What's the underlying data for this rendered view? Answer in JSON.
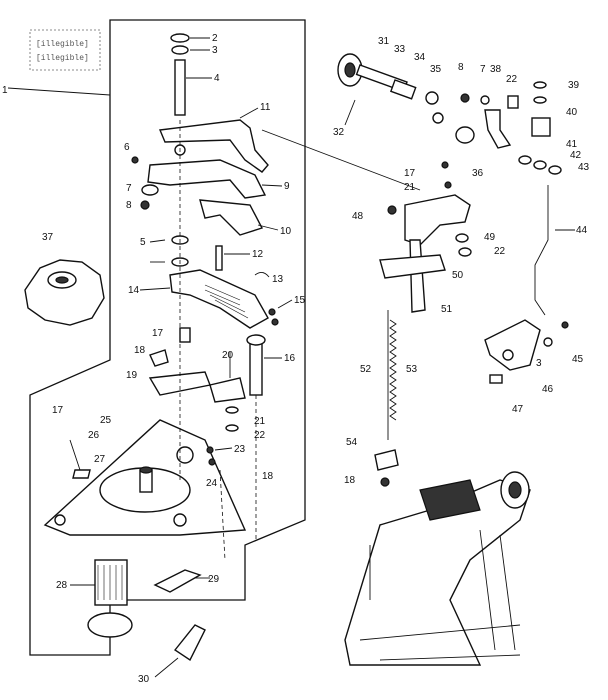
{
  "corner_stamp": [
    "[illegible]",
    "[illegible]"
  ],
  "callouts": [
    "1",
    "2",
    "3",
    "4",
    "5",
    "6",
    "7",
    "8",
    "9",
    "10",
    "11",
    "12",
    "13",
    "14",
    "15",
    "16",
    "17",
    "18",
    "19",
    "20",
    "21",
    "22",
    "23",
    "24",
    "25",
    "26",
    "27",
    "28",
    "29",
    "30",
    "31",
    "32",
    "33",
    "34",
    "35",
    "36",
    "37",
    "38",
    "39",
    "40",
    "41",
    "42",
    "43",
    "44",
    "45",
    "46",
    "47",
    "48",
    "49",
    "50",
    "51",
    "52",
    "53",
    "54"
  ],
  "colors": {
    "ink": "#111111",
    "paper": "#ffffff"
  }
}
